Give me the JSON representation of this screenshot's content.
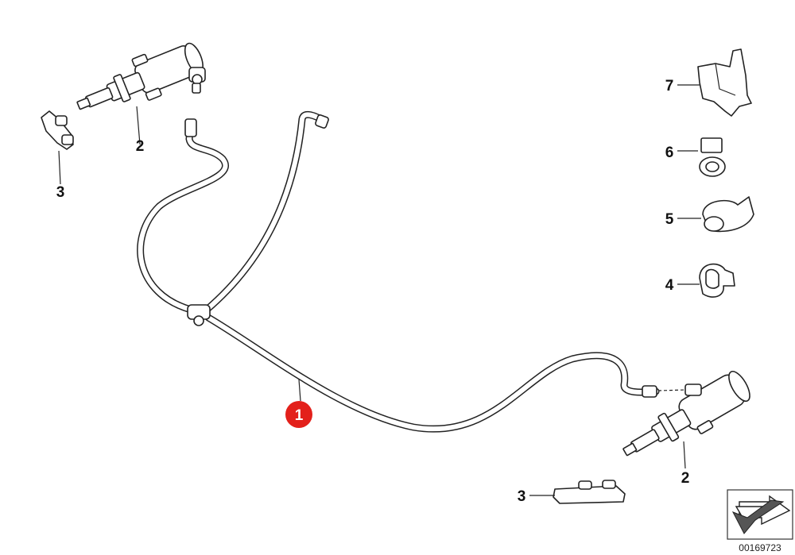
{
  "diagram": {
    "labels": {
      "part1": "1",
      "part2_left": "2",
      "part2_right": "2",
      "part3_left": "3",
      "part3_right": "3",
      "part4": "4",
      "part5": "5",
      "part6": "6",
      "part7": "7"
    },
    "diagram_number": "00169723",
    "highlight_color": "#e3201b",
    "nav_icon": "arrow-down-left-icon"
  }
}
